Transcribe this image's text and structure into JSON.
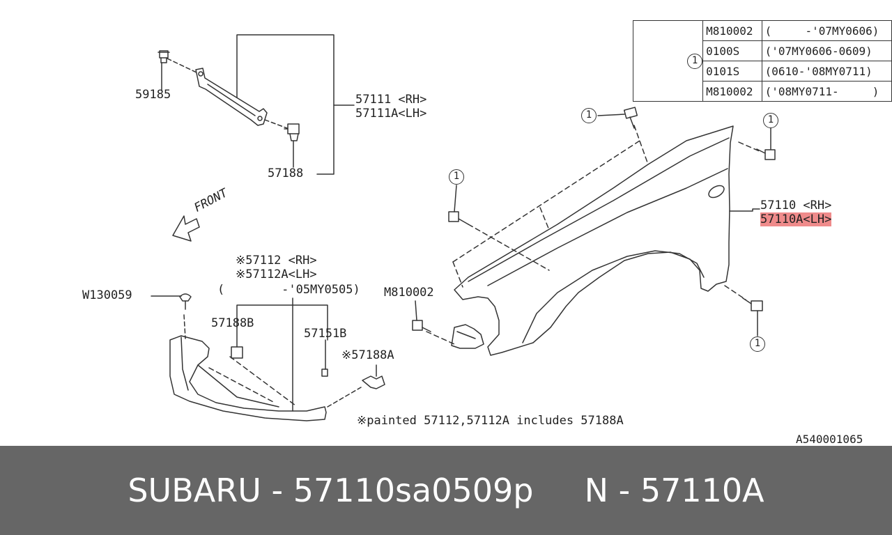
{
  "labels": {
    "bracket_bolt": "59185",
    "bracket_rh": "57111 <RH>",
    "bracket_lh": "57111A<LH>",
    "bracket_clip": "57188",
    "front": "FRONT",
    "fender_rh": "57110 <RH>",
    "fender_lh": "57110A<LH>",
    "cover_rh": "※57112 <RH>",
    "cover_lh": "※57112A<LH>",
    "cover_range": "(        -'05MY0505)",
    "cover_screw": "W130059",
    "clip_b": "57188B",
    "seal_b": "57151B",
    "clip_a": "※57188A",
    "bolt": "M810002",
    "note": "※painted 57112,57112A includes 57188A",
    "diagram_id": "A540001065",
    "callout": "1"
  },
  "table": {
    "key": "1",
    "rows": [
      {
        "part": "M810002",
        "range": "(     -'07MY0606)"
      },
      {
        "part": "0100S",
        "range": "('07MY0606-0609)"
      },
      {
        "part": "0101S",
        "range": "(0610-'08MY0711)"
      },
      {
        "part": "M810002",
        "range": "('08MY0711-     )"
      }
    ]
  },
  "footer": {
    "brand_part": "SUBARU - 57110sa0509p",
    "oem": "N - 57110A"
  },
  "colors": {
    "highlight": "#ef8b8b",
    "footer_bg": "#666666",
    "footer_text": "#ffffff",
    "line": "#333333"
  }
}
